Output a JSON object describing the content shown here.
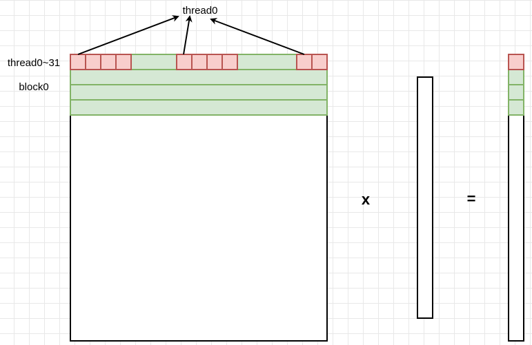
{
  "labels": {
    "thread_top": "thread0",
    "thread_range": "thread0~31",
    "block": "block0"
  },
  "operators": {
    "multiply": "x",
    "equals": "="
  },
  "colors": {
    "thread_fill": "#f8cecc",
    "thread_stroke": "#b85450",
    "row_fill": "#d5e8d4",
    "row_stroke": "#82b366",
    "outline": "#000000",
    "grid": "#e8e8e8"
  }
}
